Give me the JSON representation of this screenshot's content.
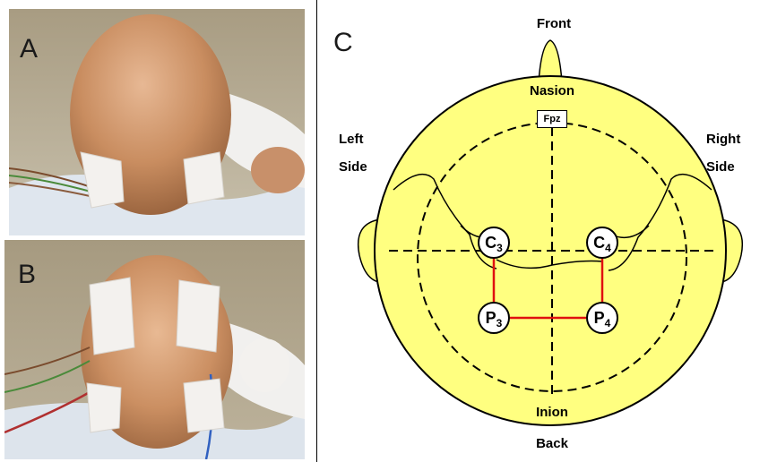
{
  "panels": {
    "a": {
      "letter": "A"
    },
    "b": {
      "letter": "B"
    },
    "c": {
      "letter": "C"
    }
  },
  "diagram": {
    "front": "Front",
    "back": "Back",
    "nasion": "Nasion",
    "inion": "Inion",
    "left_side": [
      "Left",
      "Side"
    ],
    "right_side": [
      "Right",
      "Side"
    ],
    "fpz": "Fpz",
    "electrodes": [
      {
        "letter": "C",
        "sub": "3"
      },
      {
        "letter": "C",
        "sub": "4"
      },
      {
        "letter": "P",
        "sub": "3"
      },
      {
        "letter": "P",
        "sub": "4"
      }
    ],
    "colors": {
      "head": "#ffff80",
      "connections": "#e01010"
    }
  }
}
